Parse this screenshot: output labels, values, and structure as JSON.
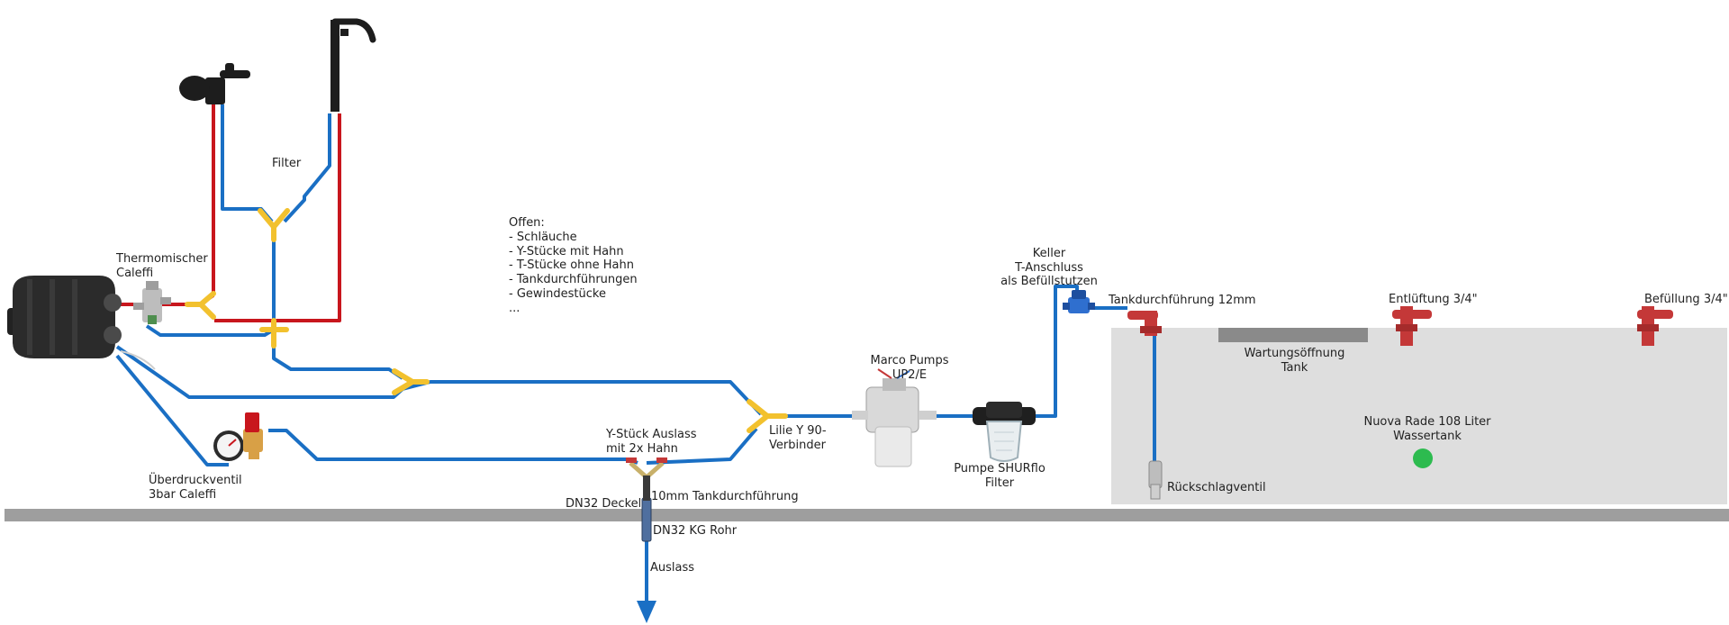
{
  "labels": {
    "filter": "Filter",
    "thermo": "Thermomischer\nCaleffi",
    "overpressure": "Überdruckventil\n3bar Caleffi",
    "y_outlet": "Y-Stück Auslass\nmit 2x Hahn",
    "lilie": "Lilie Y 90-\nVerbinder",
    "marco": "Marco Pumps\nUP2/E",
    "shurflo": "Pumpe SHURflo\nFilter",
    "keller": "Keller\nT-Anschluss\nals Befüllstutzen",
    "tank_feed": "Tankdurchführung 12mm",
    "vent": "Entlüftung 3/4\"",
    "fill": "Befüllung 3/4\"",
    "maintenance": "Wartungsöffnung\nTank",
    "tank": "Nuova Rade 108 Liter\nWassertank",
    "check_valve": "Rückschlagventil",
    "dn32_lid": "DN32 Deckel",
    "feed_10mm": "10mm Tankdurchführung",
    "dn32_pipe": "DN32 KG Rohr",
    "outlet": "Auslass"
  },
  "open_items": {
    "title": "Offen:",
    "items": [
      "- Schläuche",
      "- Y-Stücke mit Hahn",
      "- T-Stücke ohne Hahn",
      "- Tankdurchführungen",
      "- Gewindestücke",
      "..."
    ]
  },
  "colors": {
    "cold": "#1a6fc4",
    "hot": "#c8161d",
    "connector": "#f2c12e",
    "tank_fill": "#dedede",
    "floor": "#9e9e9e",
    "maintenance": "#8a8a8a",
    "level_dot": "#2dbb4f",
    "tap_red": "#c43838",
    "device_dark": "#2b2b2b"
  }
}
